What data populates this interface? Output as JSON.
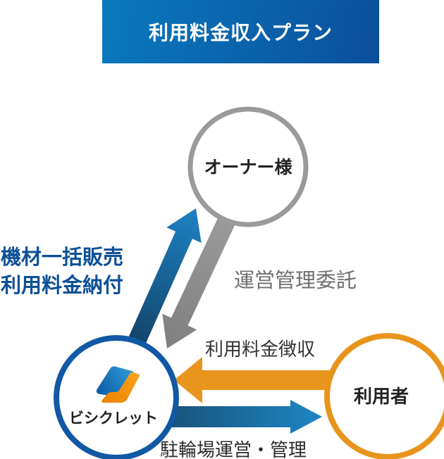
{
  "banner": {
    "title": "利用料金収入プラン",
    "bg_left": "#0a79be",
    "bg_right": "#0b4f9b",
    "text_color": "#ffffff"
  },
  "nodes": {
    "owner": {
      "label": "オーナー様",
      "border_color": "#9a9a9a",
      "fill": "#ffffff"
    },
    "bicyclet": {
      "label": "ビシクレット",
      "border_color": "#1158a5",
      "fill": "#ffffff",
      "logo_blue_from": "#0d5ca6",
      "logo_blue_to": "#2f9cd8",
      "logo_orange_from": "#f6a21f",
      "logo_orange_to": "#ef8500"
    },
    "user": {
      "label": "利用者",
      "border_color": "#e8941c",
      "fill": "#ffffff"
    }
  },
  "arrows": {
    "equipment_sale": {
      "label_line1": "機材一括販売",
      "label_line2": "利用料金納付",
      "label_color": "#0d5096",
      "color_from": "#123f63",
      "color_to": "#1e83c4",
      "from": "ビシクレット",
      "to": "オーナー様"
    },
    "management": {
      "label": "運営管理委託",
      "label_color": "#6f6f6f",
      "color_from": "#9e9e9e",
      "color_to": "#7f7f7f",
      "from": "オーナー様",
      "to": "ビシクレット"
    },
    "fee_collection": {
      "label": "利用料金徴収",
      "label_color": "#333333",
      "color": "#e8951e",
      "from": "利用者",
      "to": "ビシクレット"
    },
    "operation": {
      "label": "駐輪場運営・管理",
      "label_color": "#2b2b2b",
      "color_from": "#175379",
      "color_to": "#1e86c4",
      "from": "ビシクレット",
      "to": "利用者"
    }
  }
}
